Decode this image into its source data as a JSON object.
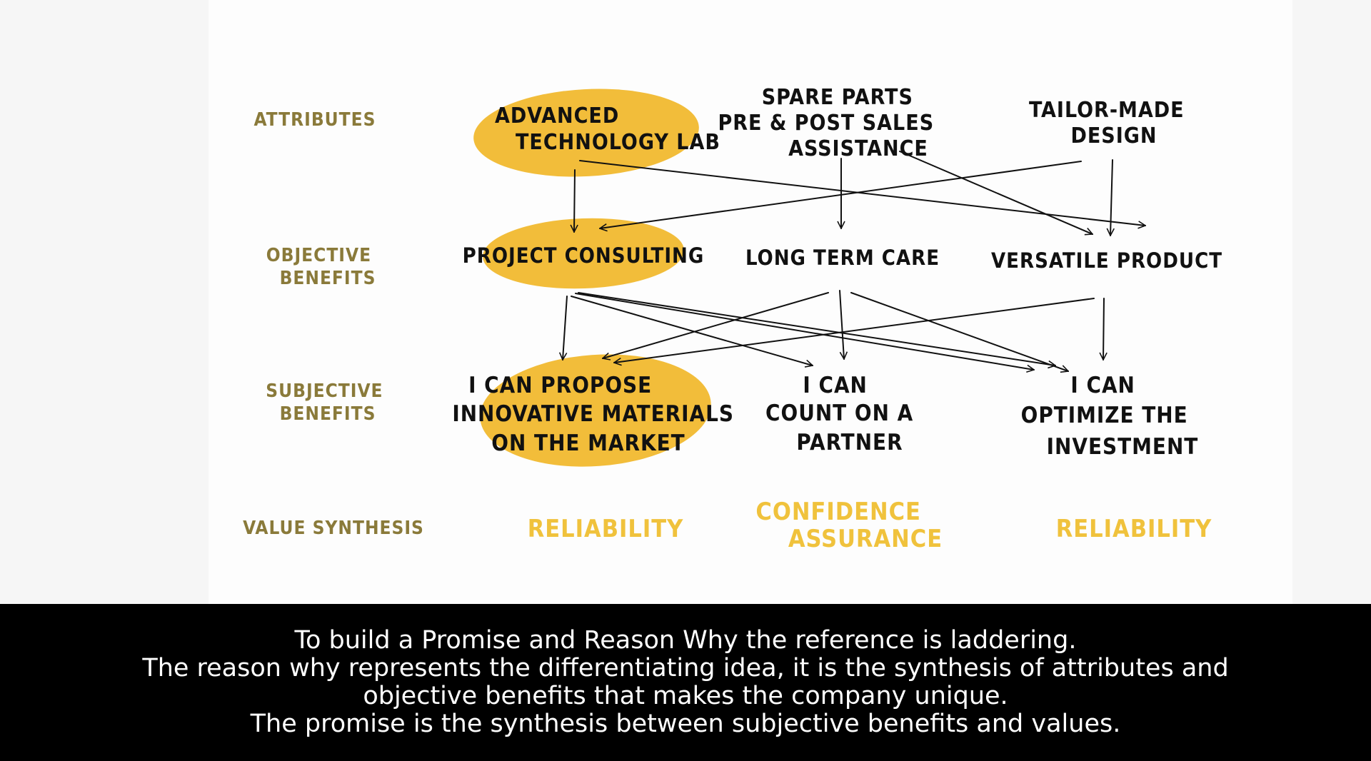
{
  "colors": {
    "highlight": "#f2bd3a",
    "row_label": "#8a7a3a",
    "value": "#f0c23c",
    "ink": "#111111",
    "caption_bg": "#000000"
  },
  "row_labels": {
    "attributes": [
      "ATTRIBUTES"
    ],
    "objective": [
      "OBJECTIVE",
      "BENEFITS"
    ],
    "subjective": [
      "SUBJECTIVE",
      "BENEFITS"
    ],
    "value": [
      "VALUE SYNTHESIS"
    ]
  },
  "attributes": [
    {
      "lines": [
        "ADVANCED",
        "TECHNOLOGY LAB"
      ],
      "highlighted": true
    },
    {
      "lines": [
        "SPARE PARTS",
        "PRE & POST SALES",
        "ASSISTANCE"
      ],
      "highlighted": false
    },
    {
      "lines": [
        "TAILOR-MADE",
        "DESIGN"
      ],
      "highlighted": false
    }
  ],
  "objective": [
    {
      "lines": [
        "PROJECT CONSULTING"
      ],
      "highlighted": true
    },
    {
      "lines": [
        "LONG TERM CARE"
      ],
      "highlighted": false
    },
    {
      "lines": [
        "VERSATILE PRODUCT"
      ],
      "highlighted": false
    }
  ],
  "subjective": [
    {
      "lines": [
        "I CAN PROPOSE",
        "INNOVATIVE MATERIALS",
        "ON THE MARKET"
      ],
      "highlighted": true
    },
    {
      "lines": [
        "I CAN",
        "COUNT ON A",
        "PARTNER"
      ],
      "highlighted": false
    },
    {
      "lines": [
        "I CAN",
        "OPTIMIZE THE",
        "INVESTMENT"
      ],
      "highlighted": false
    }
  ],
  "values": [
    {
      "lines": [
        "RELIABILITY"
      ]
    },
    {
      "lines": [
        "CONFIDENCE",
        "ASSURANCE"
      ]
    },
    {
      "lines": [
        "RELIABILITY"
      ]
    }
  ],
  "caption": [
    "To build a Promise and Reason Why the reference is laddering.",
    "The reason why represents the differentiating idea, it is the synthesis of attributes and",
    "objective benefits that makes the company unique.",
    "The promise is the synthesis between subjective benefits and values."
  ]
}
